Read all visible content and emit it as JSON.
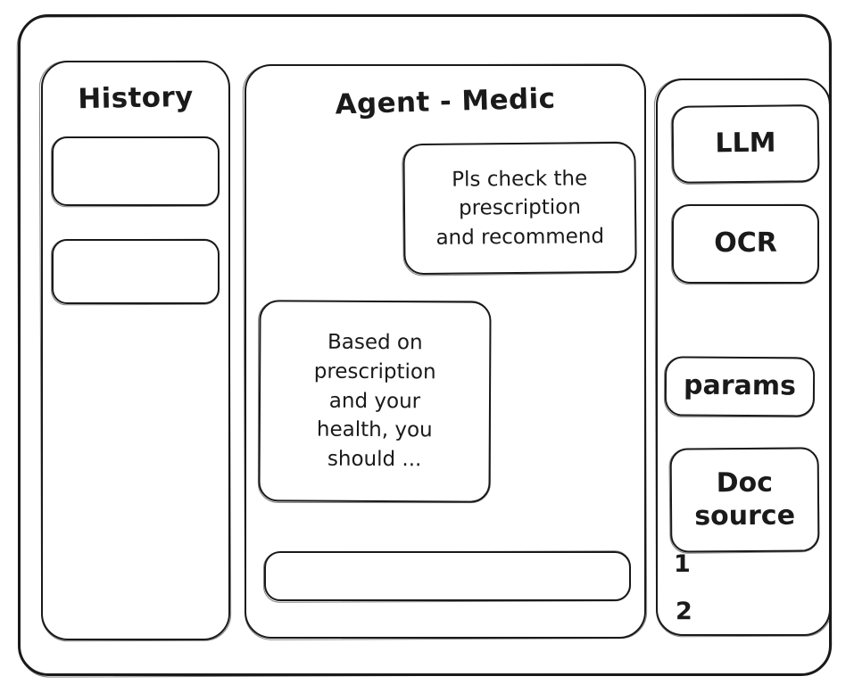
{
  "window": {
    "frame_label": "app-window"
  },
  "sidebar_left": {
    "title": "History",
    "items": [
      {
        "label": ""
      },
      {
        "label": ""
      }
    ]
  },
  "main": {
    "title": "Agent - Medic",
    "messages": [
      {
        "role": "user",
        "text": "Pls check the\nprescription\nand recommend"
      },
      {
        "role": "assistant",
        "text": "Based on\nprescription\nand your\nhealth, you\nshould ..."
      }
    ],
    "composer": {
      "value": "",
      "placeholder": ""
    }
  },
  "sidebar_right": {
    "tools": [
      {
        "label": "LLM"
      },
      {
        "label": "OCR"
      },
      {
        "label": "params"
      },
      {
        "label": "Doc\nsource"
      }
    ],
    "doc_refs": [
      "1",
      "2"
    ]
  },
  "colors": {
    "stroke": "#1a1a1a",
    "background": "#ffffff"
  }
}
